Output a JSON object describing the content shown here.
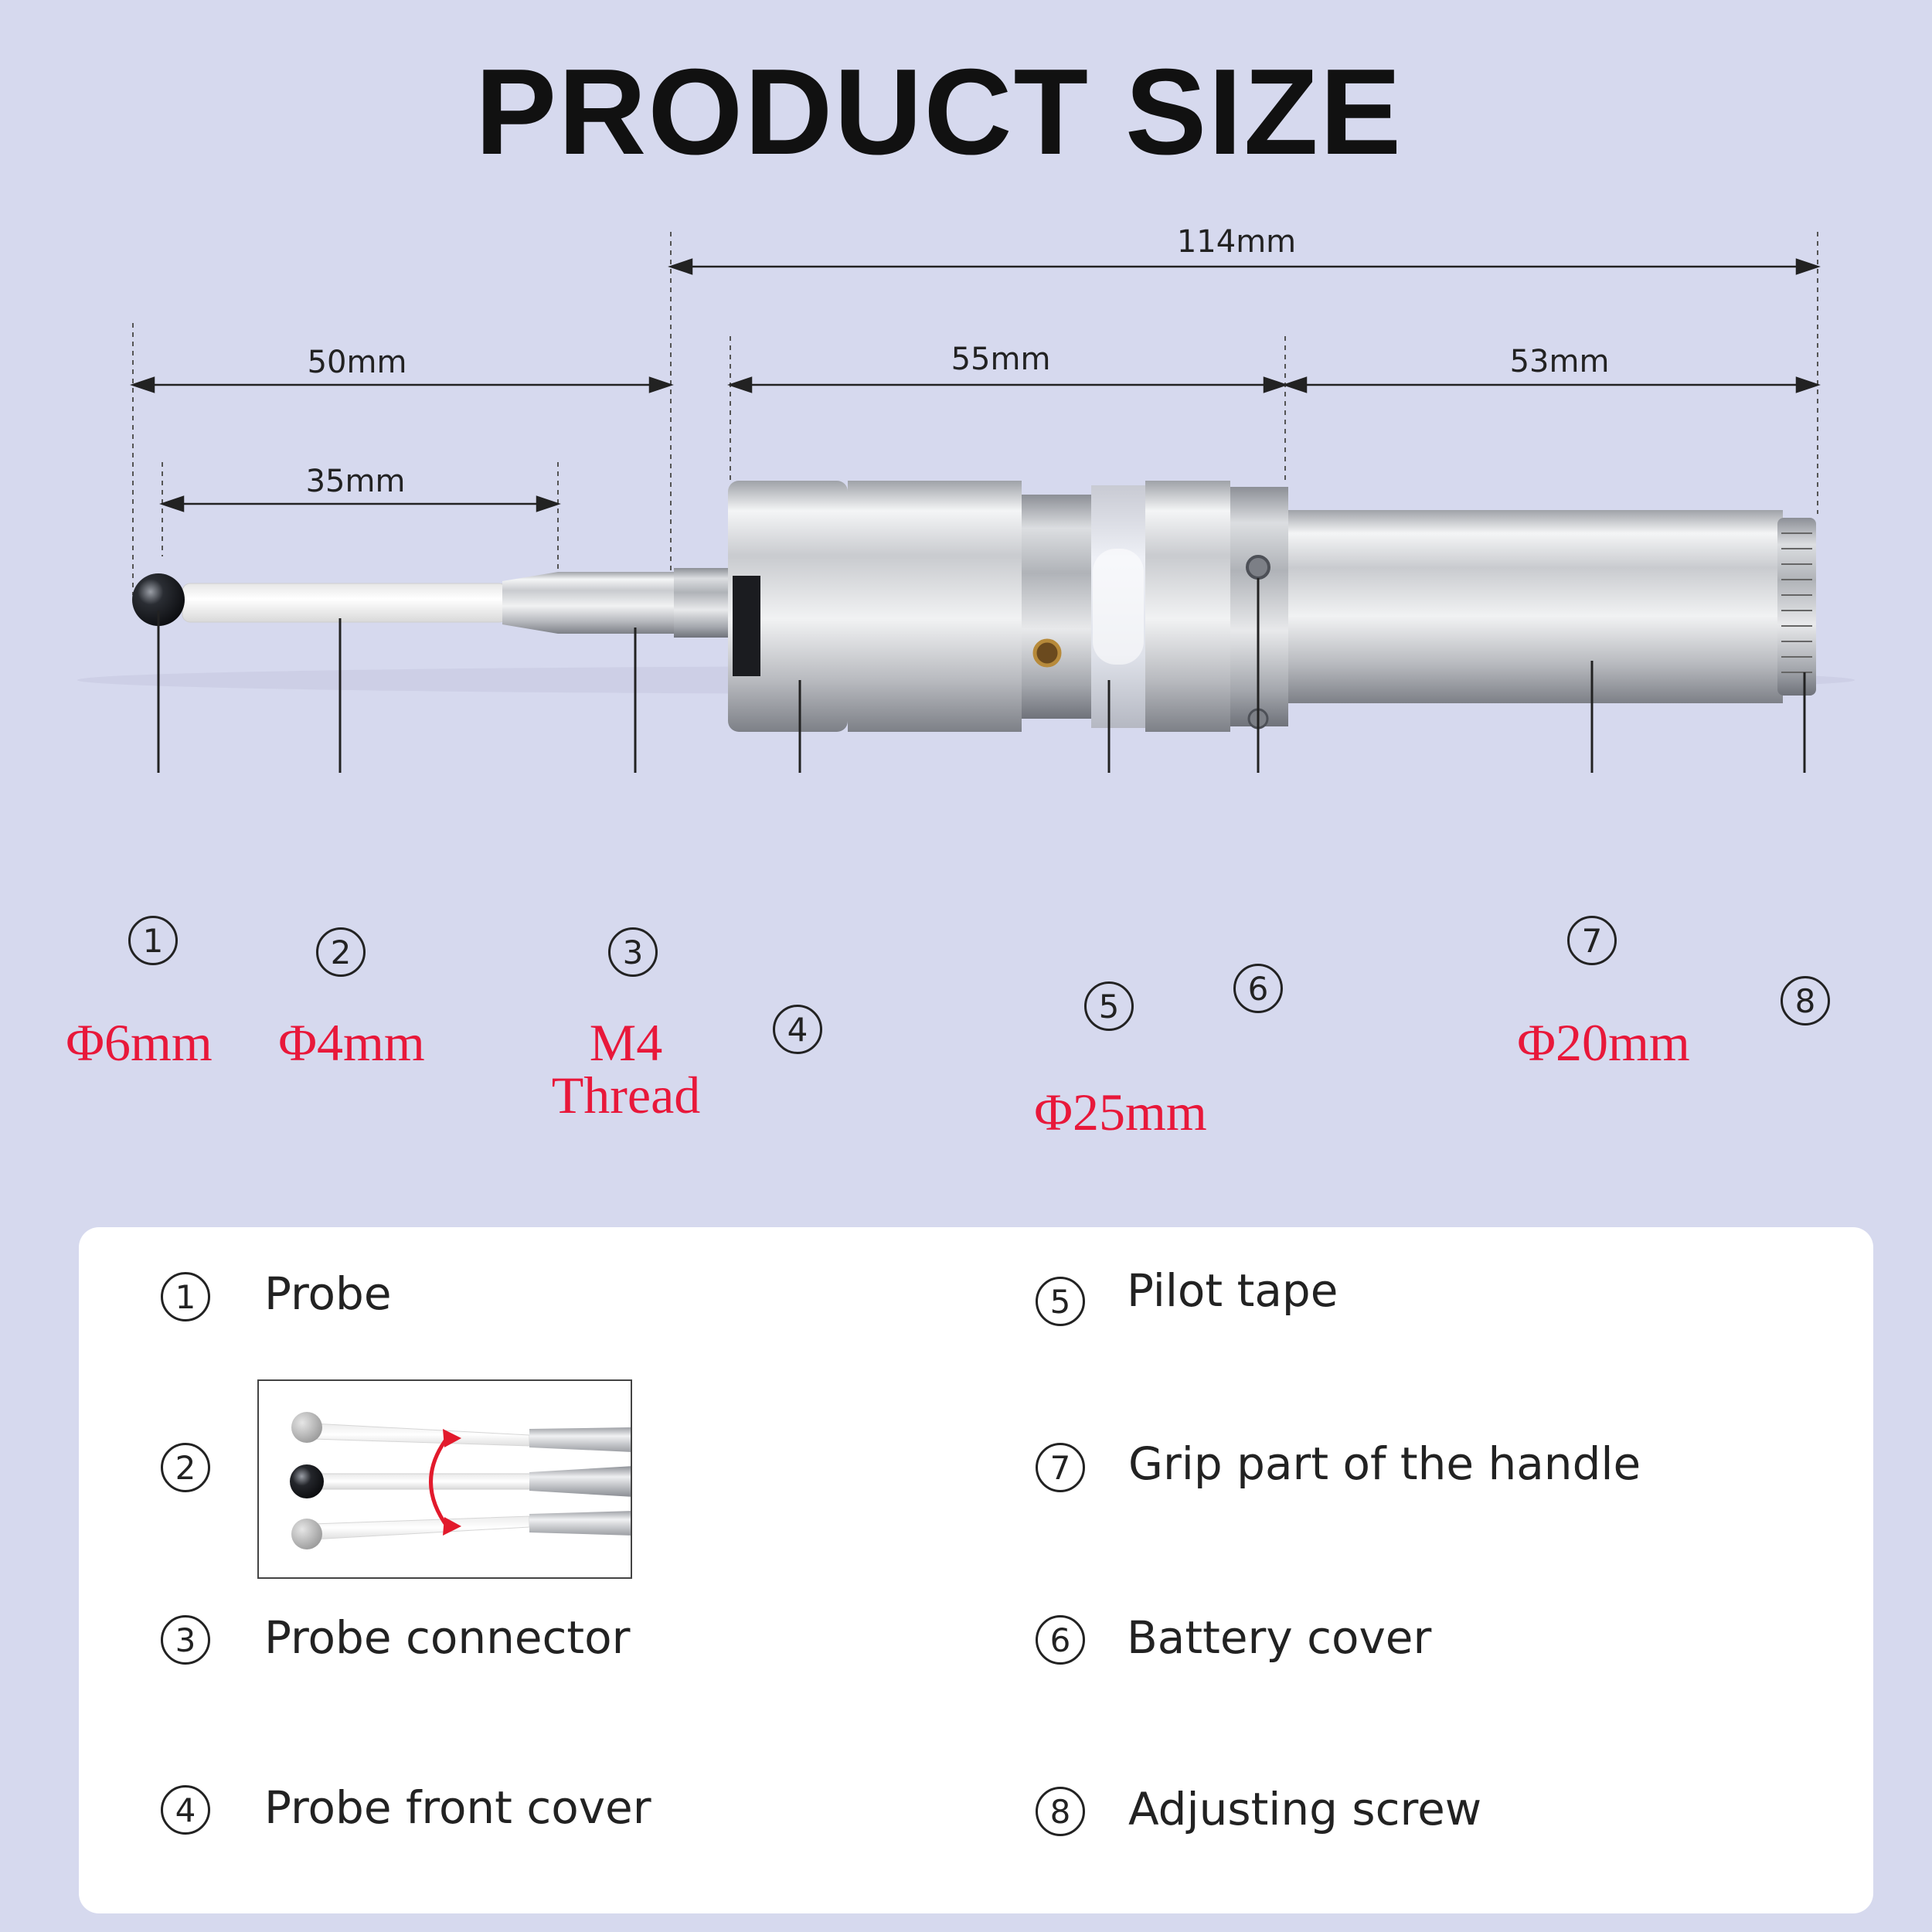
{
  "title": "PRODUCT SIZE",
  "dimensions": {
    "overall": "114mm",
    "stylus": "50mm",
    "stem": "35mm",
    "body": "55mm",
    "handle": "53mm"
  },
  "callouts": [
    {
      "num": "1",
      "spec": "Φ6mm"
    },
    {
      "num": "2",
      "spec": "Φ4mm"
    },
    {
      "num": "3",
      "spec": "M4\nThread"
    },
    {
      "num": "4",
      "spec": ""
    },
    {
      "num": "5",
      "spec": "Φ25mm"
    },
    {
      "num": "6",
      "spec": ""
    },
    {
      "num": "7",
      "spec": "Φ20mm"
    },
    {
      "num": "8",
      "spec": ""
    }
  ],
  "legend": {
    "left": [
      {
        "num": "1",
        "label": "Probe"
      },
      {
        "num": "2",
        "label": ""
      },
      {
        "num": "3",
        "label": "Probe connector"
      },
      {
        "num": "4",
        "label": "Probe front cover"
      }
    ],
    "right": [
      {
        "num": "5",
        "label": "Pilot tape"
      },
      {
        "num": "7",
        "label": "Grip part of the handle"
      },
      {
        "num": "6",
        "label": "Battery cover"
      },
      {
        "num": "8",
        "label": "Adjusting screw"
      }
    ]
  },
  "colors": {
    "background": "#d6d9ee",
    "spec_red": "#e8183a",
    "panel": "#ffffff",
    "steel_light": "#e6e7ea",
    "steel_dark": "#8a8d94"
  }
}
